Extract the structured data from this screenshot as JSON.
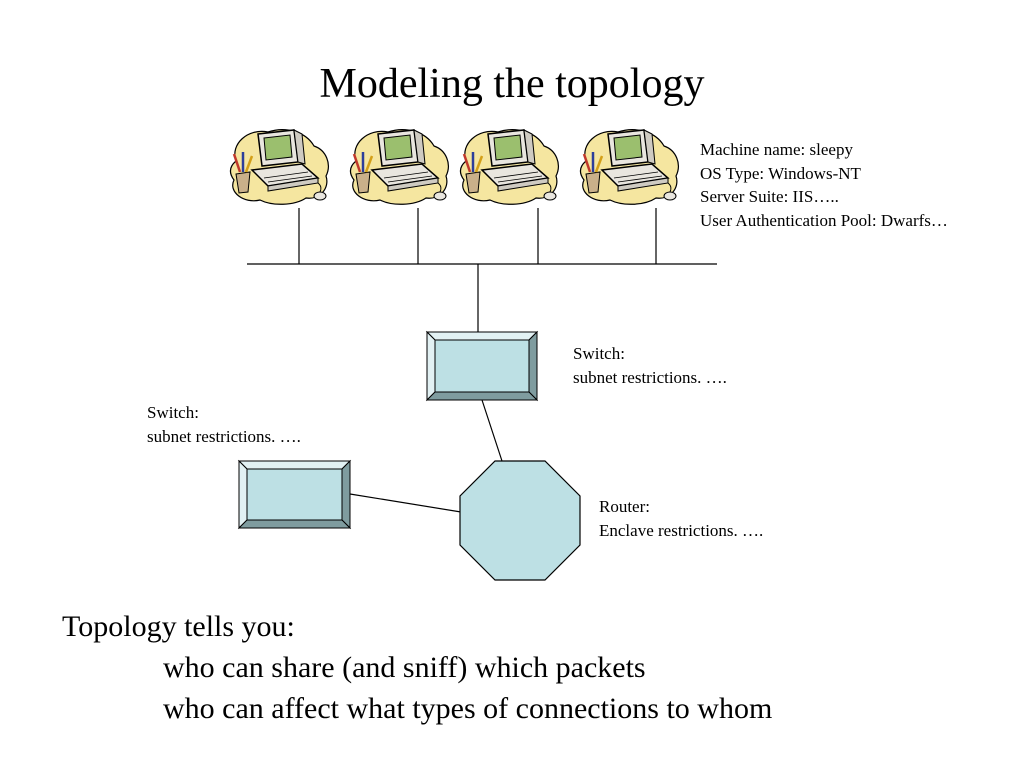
{
  "title": "Modeling the topology",
  "machine_label": {
    "name": "Machine name: sleepy",
    "os": "OS Type: Windows-NT",
    "server": "Server Suite: IIS…..",
    "auth": "User Authentication Pool: Dwarfs…"
  },
  "switch_top": {
    "line1": "Switch:",
    "line2": "subnet restrictions.  …."
  },
  "switch_left": {
    "line1": "Switch:",
    "line2": "subnet restrictions.  …."
  },
  "router": {
    "line1": "Router:",
    "line2": "Enclave restrictions.  …."
  },
  "summary": {
    "heading": "Topology tells you:",
    "point1": "who can share (and sniff) which packets",
    "point2": "who can affect what types of connections to whom"
  },
  "colors": {
    "device_fill": "#bde0e4",
    "device_shade": "#7f9c9f",
    "blob": "#f5e6a0",
    "monitor_screen": "#9bbf6e"
  },
  "icons": [
    "computer-icon",
    "switch-icon",
    "router-icon"
  ]
}
